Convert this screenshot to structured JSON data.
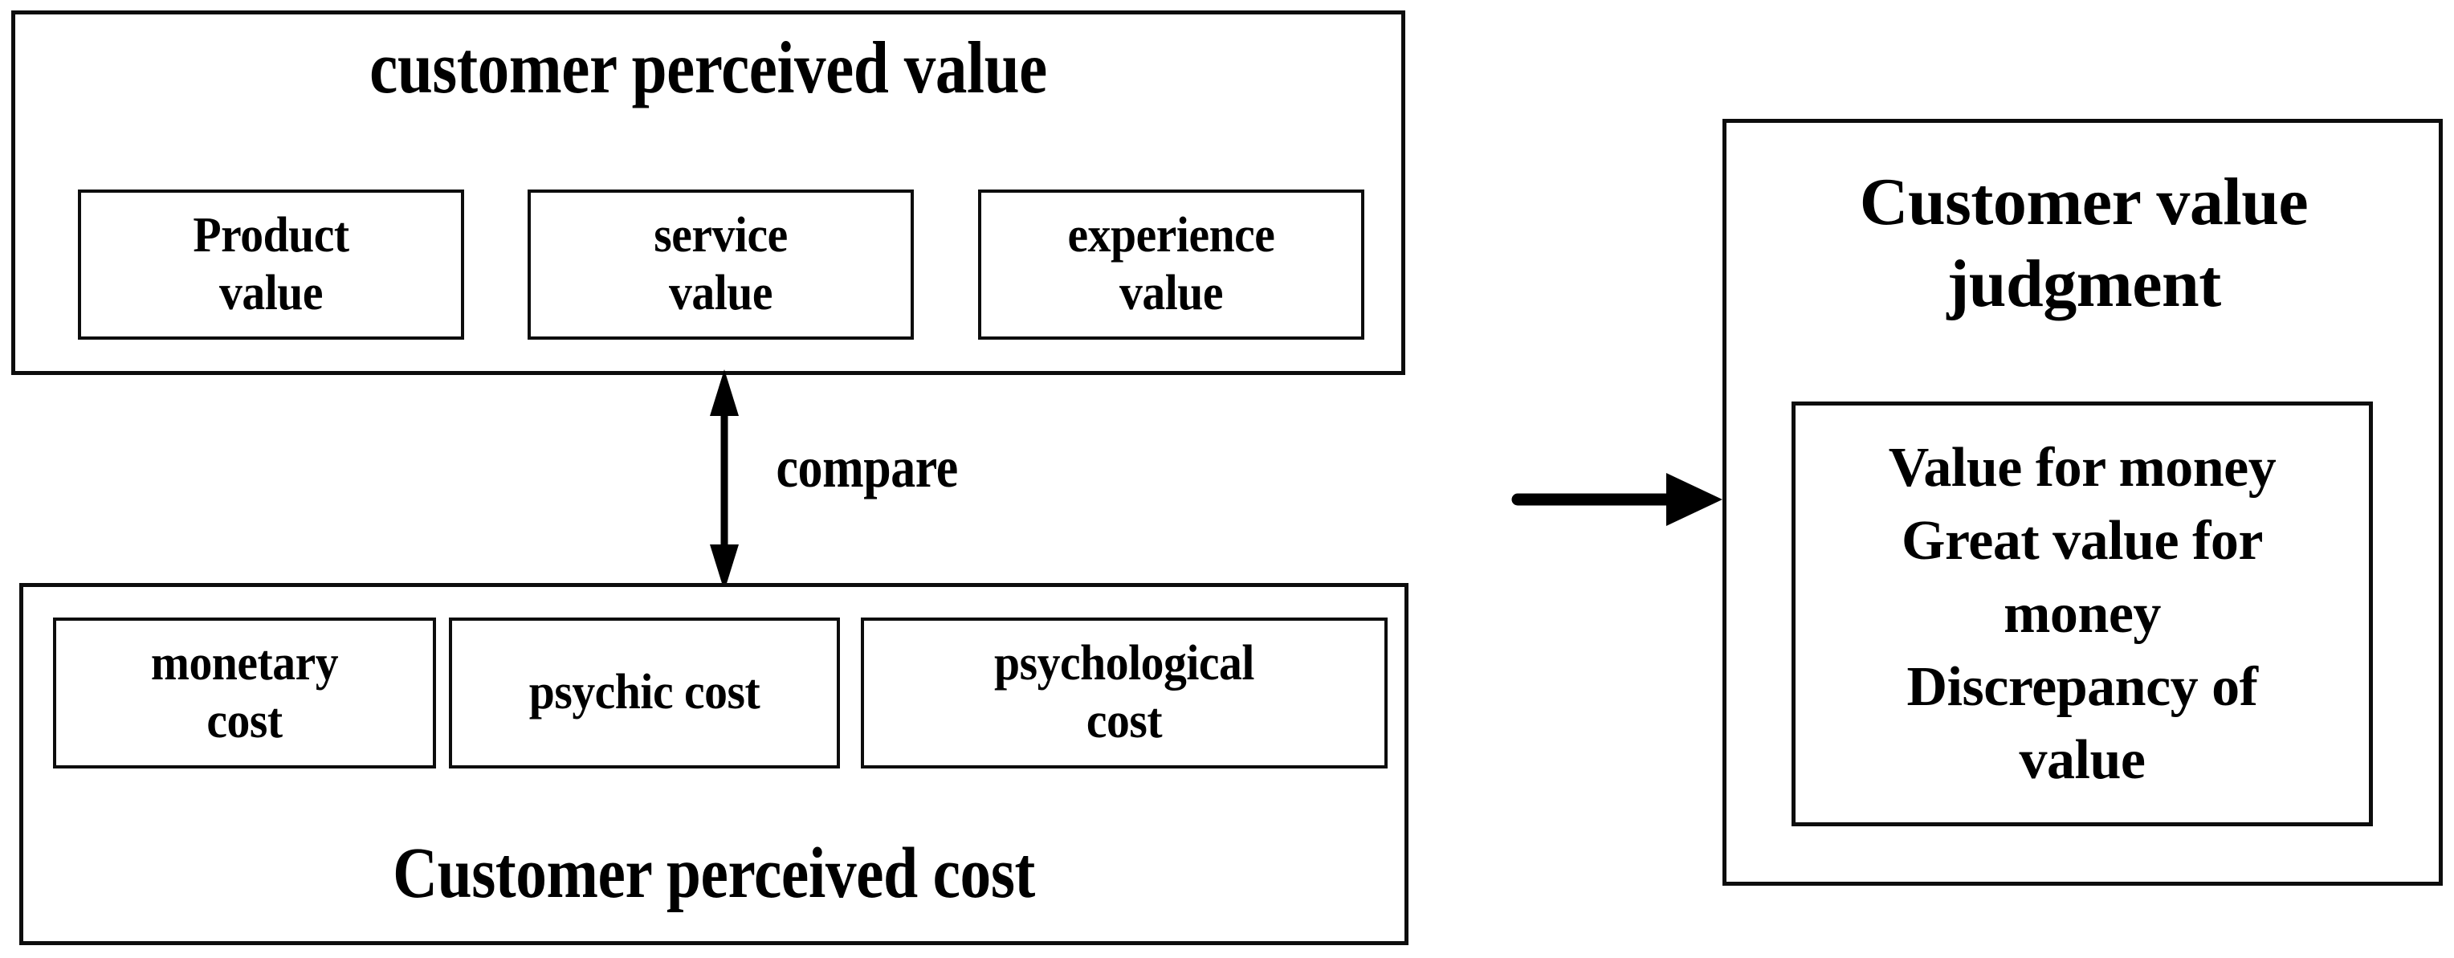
{
  "diagram": {
    "title_top_left": "customer perceived value",
    "title_bottom_left": "Customer perceived cost",
    "title_right": "Customer value judgment",
    "compare_label": "compare",
    "value_components": [
      {
        "id": "product-value",
        "text": "Product\nvalue"
      },
      {
        "id": "service-value",
        "text": "service\nvalue"
      },
      {
        "id": "experience-value",
        "text": "experience\nvalue"
      }
    ],
    "cost_components": [
      {
        "id": "monetary-cost",
        "text": "monetary\ncost"
      },
      {
        "id": "psychic-cost",
        "text": "psychic cost"
      },
      {
        "id": "psychological-cost",
        "text": "psychological\ncost"
      }
    ],
    "judgment_outcomes": [
      "Value for money",
      "Great value for",
      "money",
      "Discrepancy of",
      "value"
    ],
    "judgment_outcomes_text": "Value for money\nGreat value for\nmoney\nDiscrepancy of\nvalue",
    "arrows": {
      "compare_arrow": "double-headed-vertical-arrow",
      "flow_arrow": "right-arrow"
    },
    "colors": {
      "stroke": "#0d0d0d",
      "text": "#000000",
      "background": "#ffffff"
    }
  }
}
